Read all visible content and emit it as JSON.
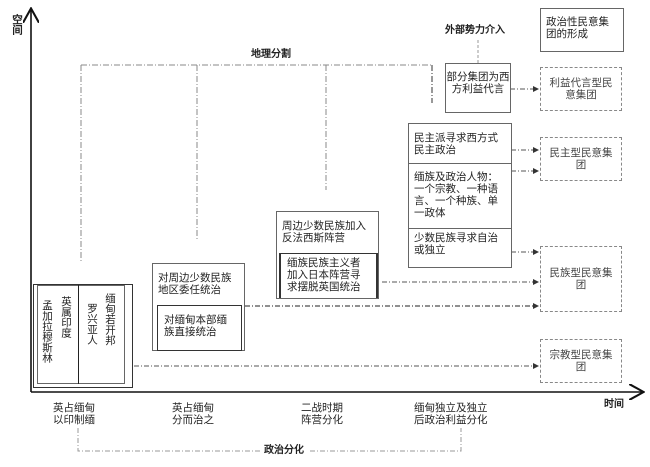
{
  "axes": {
    "y_label": "空间",
    "x_label": "时间"
  },
  "legend": {
    "solid_box": "政治性民意集团的形成"
  },
  "annotations": {
    "geo_division": "地理分割",
    "political_division": "政治分化",
    "external_intervention": "外部势力介入"
  },
  "stages": [
    {
      "line1": "英占缅甸",
      "line2": "以印制缅"
    },
    {
      "line1": "英占缅甸",
      "line2": "分而治之"
    },
    {
      "line1": "二战时期",
      "line2": "阵营分化"
    },
    {
      "line1": "缅甸独立及独立",
      "line2": "后政治利益分化"
    }
  ],
  "stage1_box": {
    "col1": "孟加拉穆斯林",
    "col2": "英属印度",
    "col3": "罗兴亚人",
    "col4": "缅甸若开邦"
  },
  "stage2_box": {
    "outer": "对周边少数民族地区委任统治",
    "inner": "对缅甸本部缅族直接统治"
  },
  "stage3_box": {
    "outer": "周边少数民族加入反法西斯阵营",
    "inner": "缅族民族主义者加入日本阵营寻求摆脱英国统治"
  },
  "stage4_box": {
    "seg1": "民主派寻求西方式民主政治",
    "seg2": "缅族及政治人物：一个宗教、一种语言、一个种族、单一政体",
    "seg3": "少数民族寻求自治或独立"
  },
  "external_box": {
    "text": "部分集团为西方利益代言"
  },
  "outcomes": [
    {
      "id": "interest",
      "text": "利益代言型民意集团"
    },
    {
      "id": "democratic",
      "text": "民主型民意集团"
    },
    {
      "id": "ethnic",
      "text": "民族型民意集团"
    },
    {
      "id": "religious",
      "text": "宗教型民意集团"
    }
  ]
}
